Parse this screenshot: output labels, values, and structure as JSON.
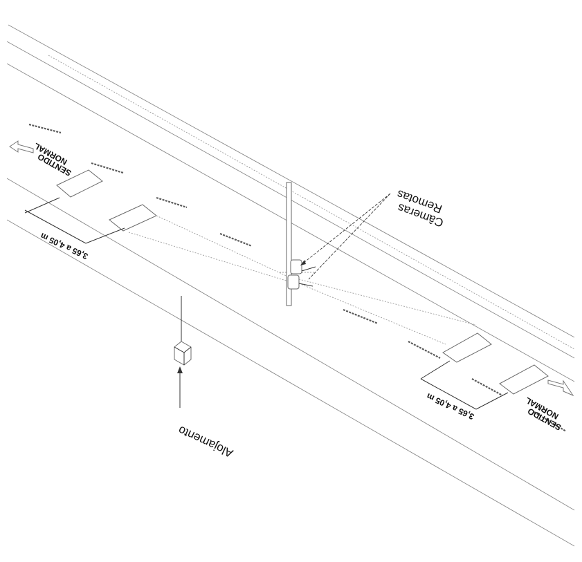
{
  "labels": {
    "direction_top": "NORMAL",
    "direction_bottom": "SENTIDO",
    "width_range": "3,65 a 4,05 m",
    "camera_line1": "Câmeras",
    "camera_line2": "Remotas",
    "housing": "Alojamento"
  },
  "icons": {
    "arrow": "hollow-arrow-icon",
    "camera": "camera-icon",
    "housing": "housing-box-icon"
  }
}
